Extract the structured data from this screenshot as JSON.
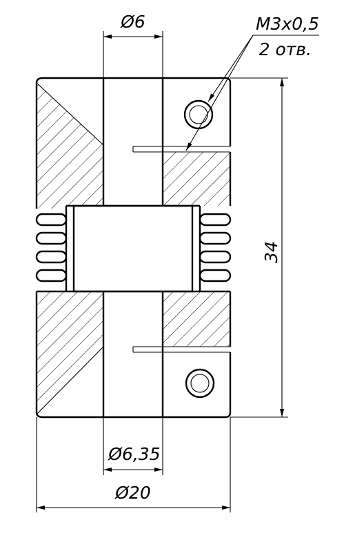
{
  "dimensions": {
    "top_bore": "Ø6",
    "bottom_bore": "Ø6,35",
    "outer_diameter": "Ø20",
    "length": "34"
  },
  "callout": {
    "thread": "M3x0,5",
    "quantity": "2 отв."
  },
  "colors": {
    "line": "#000000",
    "background": "#ffffff"
  }
}
